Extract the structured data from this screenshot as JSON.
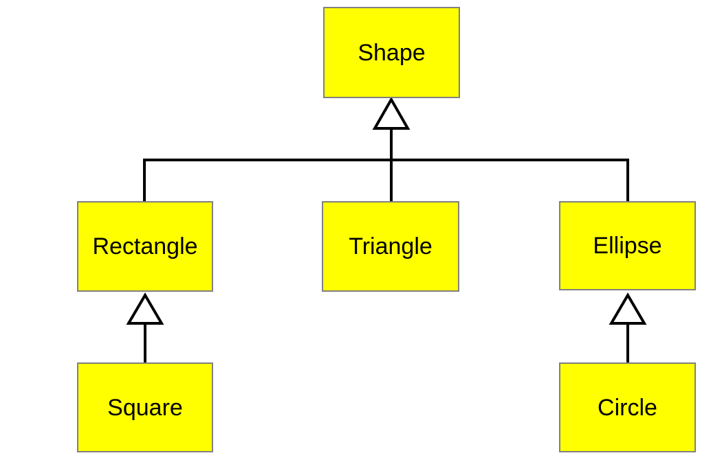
{
  "diagram": {
    "type": "uml-class-inheritance",
    "nodes": [
      {
        "id": "shape",
        "label": "Shape"
      },
      {
        "id": "rectangle",
        "label": "Rectangle"
      },
      {
        "id": "triangle",
        "label": "Triangle"
      },
      {
        "id": "ellipse",
        "label": "Ellipse"
      },
      {
        "id": "square",
        "label": "Square"
      },
      {
        "id": "circle",
        "label": "Circle"
      }
    ],
    "edges": [
      {
        "from": "rectangle",
        "to": "shape",
        "type": "generalization"
      },
      {
        "from": "triangle",
        "to": "shape",
        "type": "generalization"
      },
      {
        "from": "ellipse",
        "to": "shape",
        "type": "generalization"
      },
      {
        "from": "square",
        "to": "rectangle",
        "type": "generalization"
      },
      {
        "from": "circle",
        "to": "ellipse",
        "type": "generalization"
      }
    ],
    "colors": {
      "node_fill": "#ffff00",
      "node_border": "#808080",
      "connector": "#000000",
      "arrowhead_fill": "#ffffff",
      "background": "#ffffff",
      "label_text": "#000000"
    }
  }
}
